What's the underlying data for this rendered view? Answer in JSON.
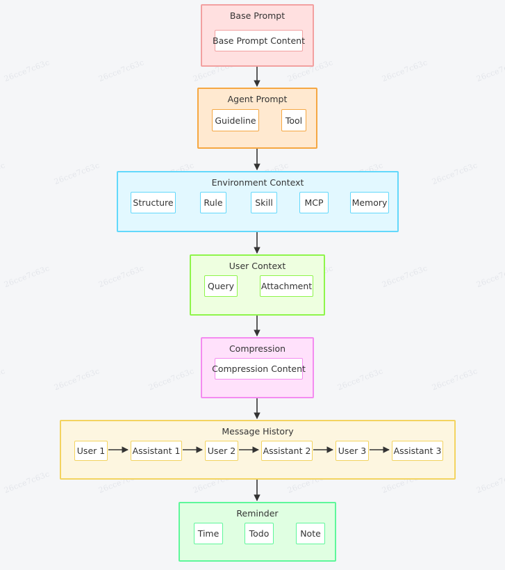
{
  "diagram": {
    "type": "flowchart",
    "orientation": "top-to-bottom",
    "background_color": "#f5f6f8",
    "watermark_text": "26cce7c63c",
    "connector_color": "#333333",
    "groups": [
      {
        "id": "base-prompt",
        "title": "Base Prompt",
        "fill": "#ffe0e0",
        "stroke": "#f2a0a0",
        "items": [
          {
            "label": "Base Prompt Content"
          }
        ]
      },
      {
        "id": "agent-prompt",
        "title": "Agent Prompt",
        "fill": "#ffe9d0",
        "stroke": "#f5a742",
        "items": [
          {
            "label": "Guideline"
          },
          {
            "label": "Tool"
          }
        ]
      },
      {
        "id": "environment-context",
        "title": "Environment Context",
        "fill": "#e2f8ff",
        "stroke": "#62d8fb",
        "items": [
          {
            "label": "Structure"
          },
          {
            "label": "Rule"
          },
          {
            "label": "Skill"
          },
          {
            "label": "MCP"
          },
          {
            "label": "Memory"
          }
        ]
      },
      {
        "id": "user-context",
        "title": "User Context",
        "fill": "#eeffe0",
        "stroke": "#8ef54a",
        "items": [
          {
            "label": "Query"
          },
          {
            "label": "Attachment"
          }
        ]
      },
      {
        "id": "compression",
        "title": "Compression",
        "fill": "#ffe1fb",
        "stroke": "#f48bf0",
        "items": [
          {
            "label": "Compression Content"
          }
        ]
      },
      {
        "id": "message-history",
        "title": "Message History",
        "fill": "#fdf6e0",
        "stroke": "#f3d35f",
        "items": [
          {
            "label": "User 1"
          },
          {
            "label": "Assistant 1"
          },
          {
            "label": "User 2"
          },
          {
            "label": "Assistant 2"
          },
          {
            "label": "User 3"
          },
          {
            "label": "Assistant 3"
          }
        ]
      },
      {
        "id": "reminder",
        "title": "Reminder",
        "fill": "#e0ffe2",
        "stroke": "#5ef79a",
        "items": [
          {
            "label": "Time"
          },
          {
            "label": "Todo"
          },
          {
            "label": "Note"
          }
        ]
      }
    ],
    "edges": [
      {
        "from": "Base Prompt",
        "to": "Agent Prompt"
      },
      {
        "from": "Agent Prompt",
        "to": "Environment Context"
      },
      {
        "from": "Environment Context",
        "to": "User Context"
      },
      {
        "from": "User Context",
        "to": "Compression"
      },
      {
        "from": "Compression",
        "to": "Message History"
      },
      {
        "from": "Message History",
        "to": "Reminder"
      },
      {
        "from": "User 1",
        "to": "Assistant 1"
      },
      {
        "from": "Assistant 1",
        "to": "User 2"
      },
      {
        "from": "User 2",
        "to": "Assistant 2"
      },
      {
        "from": "Assistant 2",
        "to": "User 3"
      },
      {
        "from": "User 3",
        "to": "Assistant 3"
      }
    ]
  }
}
